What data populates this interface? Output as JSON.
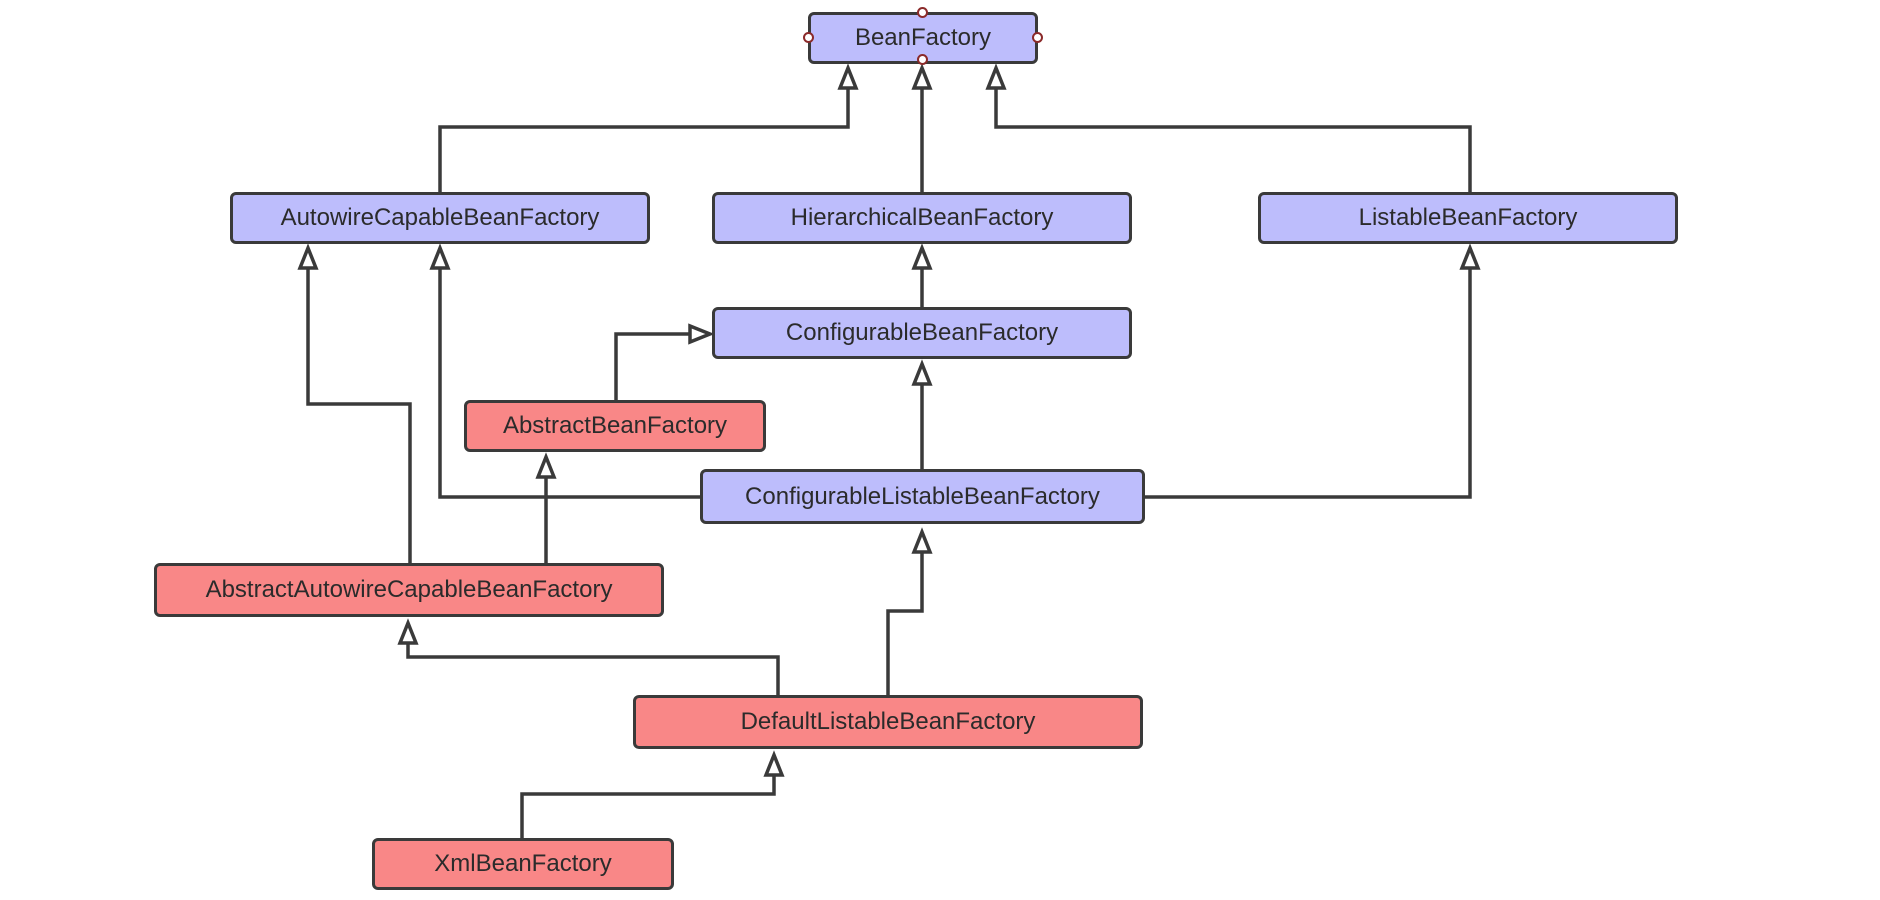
{
  "colors": {
    "interface_fill": "#bdbdfc",
    "class_fill": "#f98787",
    "stroke": "#3a3a3a",
    "handle_stroke": "#8b2a2a"
  },
  "nodes": {
    "bean_factory": "BeanFactory",
    "autowire_capable_bean_factory": "AutowireCapableBeanFactory",
    "hierarchical_bean_factory": "HierarchicalBeanFactory",
    "listable_bean_factory": "ListableBeanFactory",
    "configurable_bean_factory": "ConfigurableBeanFactory",
    "abstract_bean_factory": "AbstractBeanFactory",
    "configurable_listable_bean_factory": "ConfigurableListableBeanFactory",
    "abstract_autowire_capable_bean_factory": "AbstractAutowireCapableBeanFactory",
    "default_listable_bean_factory": "DefaultListableBeanFactory",
    "xml_bean_factory": "XmlBeanFactory"
  },
  "relations": [
    {
      "from": "AutowireCapableBeanFactory",
      "to": "BeanFactory"
    },
    {
      "from": "HierarchicalBeanFactory",
      "to": "BeanFactory"
    },
    {
      "from": "ListableBeanFactory",
      "to": "BeanFactory"
    },
    {
      "from": "ConfigurableBeanFactory",
      "to": "HierarchicalBeanFactory"
    },
    {
      "from": "AbstractBeanFactory",
      "to": "ConfigurableBeanFactory"
    },
    {
      "from": "ConfigurableListableBeanFactory",
      "to": "ConfigurableBeanFactory"
    },
    {
      "from": "ConfigurableListableBeanFactory",
      "to": "AutowireCapableBeanFactory"
    },
    {
      "from": "ConfigurableListableBeanFactory",
      "to": "ListableBeanFactory"
    },
    {
      "from": "AbstractAutowireCapableBeanFactory",
      "to": "AutowireCapableBeanFactory"
    },
    {
      "from": "AbstractAutowireCapableBeanFactory",
      "to": "AbstractBeanFactory"
    },
    {
      "from": "DefaultListableBeanFactory",
      "to": "AbstractAutowireCapableBeanFactory"
    },
    {
      "from": "DefaultListableBeanFactory",
      "to": "ConfigurableListableBeanFactory"
    },
    {
      "from": "XmlBeanFactory",
      "to": "DefaultListableBeanFactory"
    }
  ],
  "selected_node": "BeanFactory"
}
